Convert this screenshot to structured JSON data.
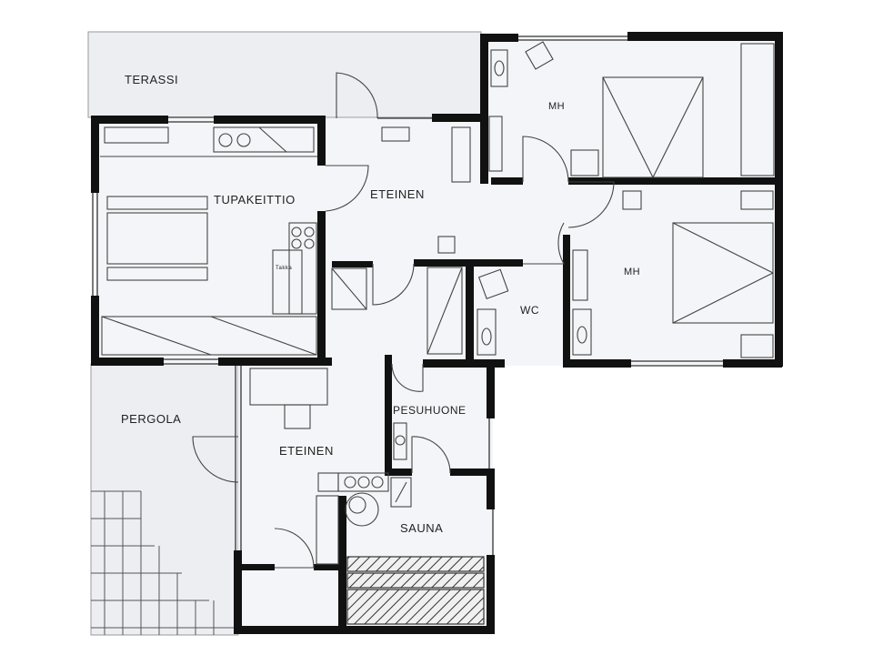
{
  "plan": {
    "rooms": {
      "terassi": "TERASSI",
      "mh_top": "MH",
      "tupakeittio": "TUPAKEITTIO",
      "eteinen_top": "ETEINEN",
      "mh_right": "MH",
      "wc": "WC",
      "pesuhuone": "PESUHUONE",
      "pergola": "PERGOLA",
      "eteinen_bottom": "ETEINEN",
      "sauna": "SAUNA"
    },
    "fixtures": {
      "takka": "Takka"
    },
    "colors": {
      "wall": "#111111",
      "background": "#f4f5f8",
      "outdoor": "#eceef2"
    }
  }
}
